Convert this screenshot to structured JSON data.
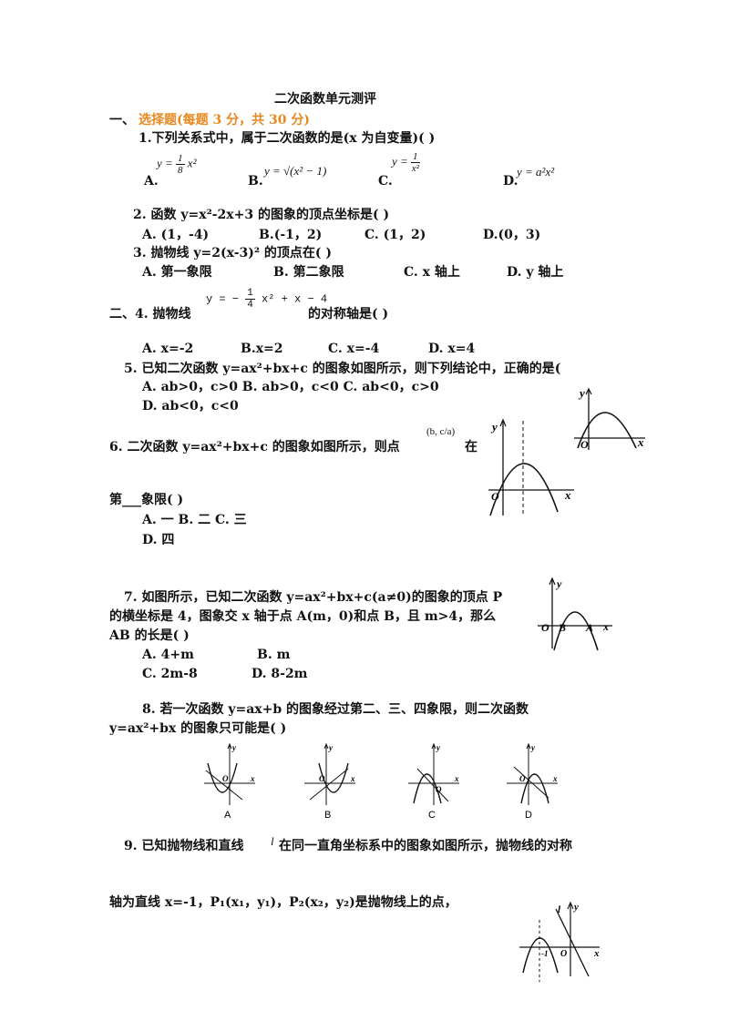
{
  "title": "二次函数单元测评",
  "section1": {
    "prefix": "一、",
    "label": "选择题(每题 3 分，共 30 分)"
  },
  "q1": {
    "stem": "1.下列关系式中，属于二次函数的是(x 为自变量)(      )",
    "opts": [
      "A.",
      "B.",
      "C.",
      "D."
    ],
    "formulas": {
      "a_lhs": "y =",
      "a_num": "1",
      "a_den": "8",
      "a_rhs": "x²",
      "b": "y = √(x² − 1)",
      "c_lhs": "y =",
      "c_num": "1",
      "c_den": "x²",
      "d": "y = a²x²"
    }
  },
  "q2": {
    "stem": "2. 函数 y=x²-2x+3 的图象的顶点坐标是(      )",
    "opts": [
      "A. (1，-4)",
      "B.(-1，2)",
      "C. (1，2)",
      "D.(0，3)"
    ]
  },
  "q3": {
    "stem": "3. 抛物线 y=2(x-3)² 的顶点在(      )",
    "opts": [
      "A. 第一象限",
      "B. 第二象限",
      "C. x 轴上",
      "D. y 轴上"
    ]
  },
  "q4": {
    "prefix": "二、4. 抛物线",
    "formula_lhs": "y = −",
    "formula_num": "1",
    "formula_den": "4",
    "formula_rhs": "x² + x − 4",
    "suffix": "的对称轴是(      )",
    "opts": [
      "A. x=-2",
      "B.x=2",
      "C. x=-4",
      "D. x=4"
    ]
  },
  "q5": {
    "stem": "5. 已知二次函数 y=ax²+bx+c 的图象如图所示，则下列结论中，正确的是(",
    "opts_line1": "A. ab>0，c>0    B. ab>0，c<0    C. ab<0，c>0",
    "opts_line2": "D. ab<0，c<0",
    "fig": {
      "y": "y",
      "x": "x",
      "o": "O"
    }
  },
  "q6": {
    "stem": "6. 二次函数 y=ax²+bx+c 的图象如图所示，则点",
    "point": "(b, c/a)",
    "suffix": "在",
    "line2": "第___象限(      )",
    "opts_line1": "A. 一 B. 二 C. 三",
    "opts_line2": "D. 四",
    "fig": {
      "y": "y",
      "x": "x",
      "o": "O"
    }
  },
  "q7": {
    "line1": "7. 如图所示，已知二次函数 y=ax²+bx+c(a≠0)的图象的顶点 P",
    "line2": "的横坐标是 4，图象交 x 轴于点 A(m，0)和点 B，且 m>4，那么",
    "line3": "AB 的长是(      )",
    "opts_line1": [
      "A. 4+m",
      "B. m"
    ],
    "opts_line2": [
      "C. 2m-8",
      "D. 8-2m"
    ],
    "fig": {
      "y": "y",
      "x": "x",
      "o": "O",
      "b": "B",
      "a": "A"
    }
  },
  "q8": {
    "line1": "8. 若一次函数 y=ax+b 的图象经过第二、三、四象限，则二次函数",
    "line2": "y=ax²+bx 的图象只可能是(      )",
    "figs": [
      {
        "label": "A",
        "y": "y",
        "x": "x",
        "o": "O"
      },
      {
        "label": "B",
        "y": "y",
        "x": "x",
        "o": "O"
      },
      {
        "label": "C",
        "y": "y",
        "x": "x",
        "o": "O"
      },
      {
        "label": "D",
        "y": "y",
        "x": "x",
        "o": "O"
      }
    ]
  },
  "q9": {
    "line1_a": "9. 已知抛物线和直线",
    "l": "l",
    "line1_b": "在同一直角坐标系中的图象如图所示，抛物线的对称",
    "line2": "轴为直线 x=-1，P₁(x₁，y₁)，P₂(x₂，y₂)是抛物线上的点，",
    "fig": {
      "l": "l",
      "y": "y",
      "x": "x",
      "o": "O",
      "m1": "-1"
    }
  }
}
